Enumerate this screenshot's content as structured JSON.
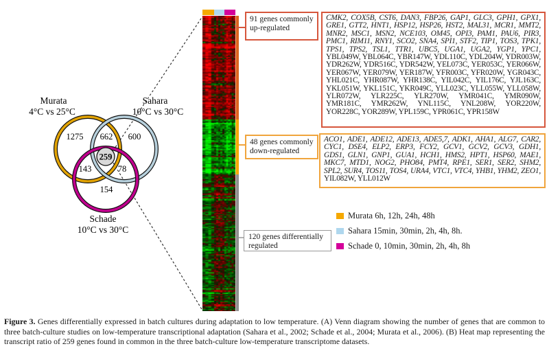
{
  "venn": {
    "sets": [
      {
        "name": "Murata",
        "condition": "4°C vs 25°C",
        "color": "#E2A305",
        "unique": "1275"
      },
      {
        "name": "Sahara",
        "condition": "10°C vs 30°C",
        "color": "#B7D0DC",
        "unique": "600"
      },
      {
        "name": "Schade",
        "condition": "10°C vs 30°C",
        "color": "#C1008E",
        "unique": "154"
      }
    ],
    "overlaps": {
      "murata_sahara": "662",
      "murata_schade": "143",
      "sahara_schade": "78",
      "all_three": "259"
    }
  },
  "annotations": {
    "up": {
      "label": "91 genes commonly up-regulated",
      "border_color": "#D6563C",
      "genes_named": "CMK2, COX5B, CST6, DAN3, FBP26, GAP1, GLC3, GPH1, GPX1, GRE1, GTT2, HNT1, HSP12, HSP26, HST2, MAL31, MCR1, MMT2, MNR2, MSC1, MSN2, NCE103, OM45, OPI3, PAM1, PAU6, PIR3, PMC1, RIM11, RNY1, SCO2, SNA4, SPI1, STF2, TIP1, TOS3, TPK1, TPS1, TPS2, TSL1, TTR1, UBC5, UGA1, UGA2, YGP1, YPC1,",
      "genes_orf": " YBL049W, YBL064C, YBR147W, YDL110C, YDL204W, YDR003W, YDR262W, YDR516C, YDR542W, YEL073C, YER053C, YER066W, YER067W, YER079W, YER187W, YFR003C, YFR020W, YGR043C, YHL021C, YHR087W, YHR138C, YIL042C, YIL176C, YJL163C, YKL051W, YKL151C, YKR049C, YLL023C, YLL055W, YLL058W, YLR072W, YLR225C, YLR270W, YMR041C, YMR090W, YMR181C, YMR262W, YNL115C, YNL208W, YOR220W, YOR228C, YOR289W, YPL159C, YPR061C, YPR158W"
    },
    "down": {
      "label": "48 genes commonly down-regulated",
      "border_color": "#F0A43C",
      "genes_named": "ACO1, ADE1, ADE12, ADE13, ADE5,7, ADK1, AHA1, ALG7, CAR2, CYC1, DSE4, ELP2, ERP3, FCY2, GCV1, GCV2, GCV3, GDH1, GDS1, GLN1, GNP1, GUA1, HCH1, HMS2, HPT1, HSP60, MAE1, MKC7, MTD1, NOG2, PHO84, PMT4, RPE1, SER1, SER2, SHM2, SPL2, SUR4, TOS11, TOS4, URA4, VTC1, VTC4, YHB1, YHM2, ZEO1,",
      "genes_orf": " YIL082W, YLL012W"
    },
    "diff": {
      "label": "120 genes differentially regulated",
      "border_color": "#999999"
    }
  },
  "legend": {
    "items": [
      {
        "color": "#F5A800",
        "label": "Murata 6h, 12h, 24h, 48h"
      },
      {
        "color": "#AFD7EE",
        "label": "Sahara 15min, 30min, 2h, 4h, 8h."
      },
      {
        "color": "#D4009A",
        "label": "Schade 0, 10min, 30min, 2h, 4h, 8h"
      }
    ]
  },
  "heatmap": {
    "groups": [
      {
        "name": "Murata",
        "cols": 4,
        "bar_color": "#F5A800"
      },
      {
        "name": "Sahara",
        "cols": 5,
        "bar_color": "#AFD7EE"
      },
      {
        "name": "Schade",
        "cols": 6,
        "bar_color": "#D4009A"
      }
    ],
    "sections": [
      {
        "label": "91 genes commonly up-regulated",
        "rows": 91,
        "strip_color": "#DD641E",
        "bias": [
          0.8,
          0.35,
          0.55
        ]
      },
      {
        "label": "48 genes commonly down-regulated",
        "rows": 48,
        "strip_color": "#F6A800",
        "bias": [
          -0.85,
          -0.4,
          -0.6
        ]
      },
      {
        "label": "120 genes differentially regulated",
        "rows": 120,
        "strip_color": "#909090",
        "bias": [
          -0.35,
          0.2,
          -0.1
        ]
      }
    ],
    "up_color": "#FF0000",
    "down_color": "#00CC00",
    "neutral_color": "#000000"
  },
  "figure": {
    "caption_label": "Figure 3.",
    "caption_text": "  Genes differentially expressed in batch cultures during adaptation to low temperature. (A) Venn diagram showing the number of genes that are common to three batch-culture studies on low-temperature transcriptional adaptation (Sahara et al., 2002; Schade et al., 2004; Murata et al., 2006). (B) Heat map representing the transcript ratio of 259 genes found in common in the three batch-culture low-temperature transcriptome datasets."
  }
}
